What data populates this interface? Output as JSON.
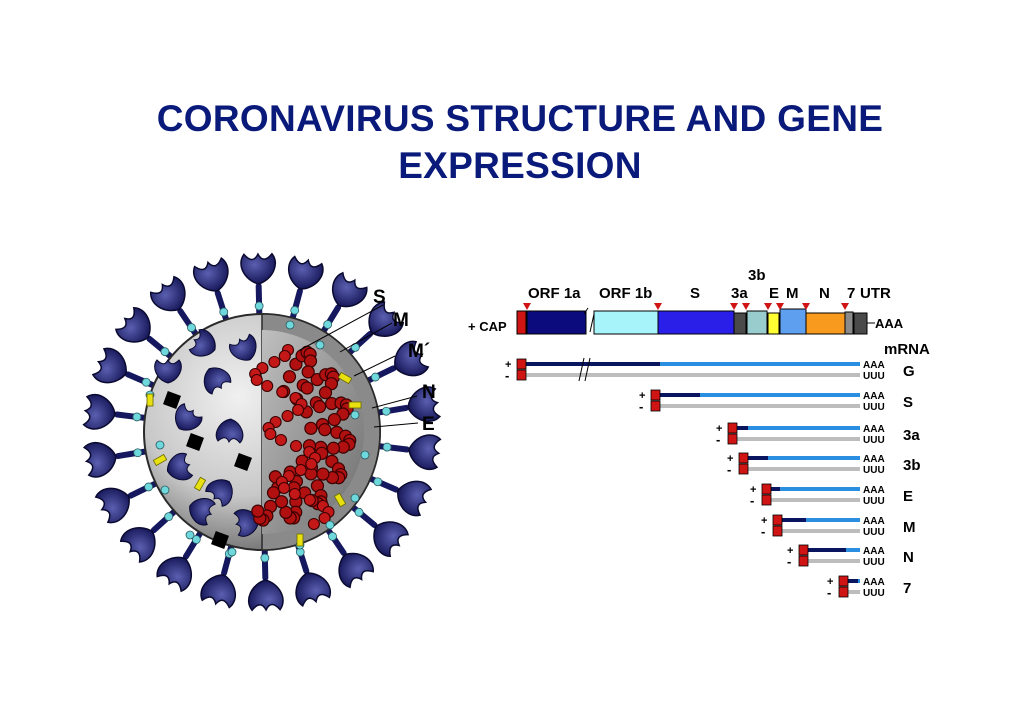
{
  "title": {
    "line1": "CORONAVIRUS STRUCTURE AND GENE",
    "line2": "EXPRESSION"
  },
  "virion": {
    "labels": [
      "S",
      "M",
      "M´",
      "N",
      "E"
    ]
  },
  "genome": {
    "cap_label": "+ CAP",
    "polya_label": "AAA",
    "mrna_label": "mRNA",
    "gene_labels": [
      "ORF 1a",
      "ORF 1b",
      "S",
      "3b",
      "3a",
      "E",
      "M",
      "N",
      "7",
      "UTR"
    ]
  },
  "transcripts": {
    "plus": "+",
    "minus": "-",
    "poly_a": "AAA",
    "poly_u": "UUU",
    "names": [
      "G",
      "S",
      "3a",
      "3b",
      "E",
      "M",
      "N",
      "7"
    ]
  },
  "colors": {
    "title": "#0a1a7a",
    "orf1a": "#0b0b7e",
    "orf1b": "#a8f4fb",
    "s": "#2a1fe8",
    "n": "#f79a1d",
    "rna_dark": "#0a1560",
    "rna_light": "#2a8fe0",
    "rna_neg": "#bdbdbd",
    "cap": "#d01414",
    "spike": "#15185e",
    "nucleocapsid": "#b01010"
  }
}
